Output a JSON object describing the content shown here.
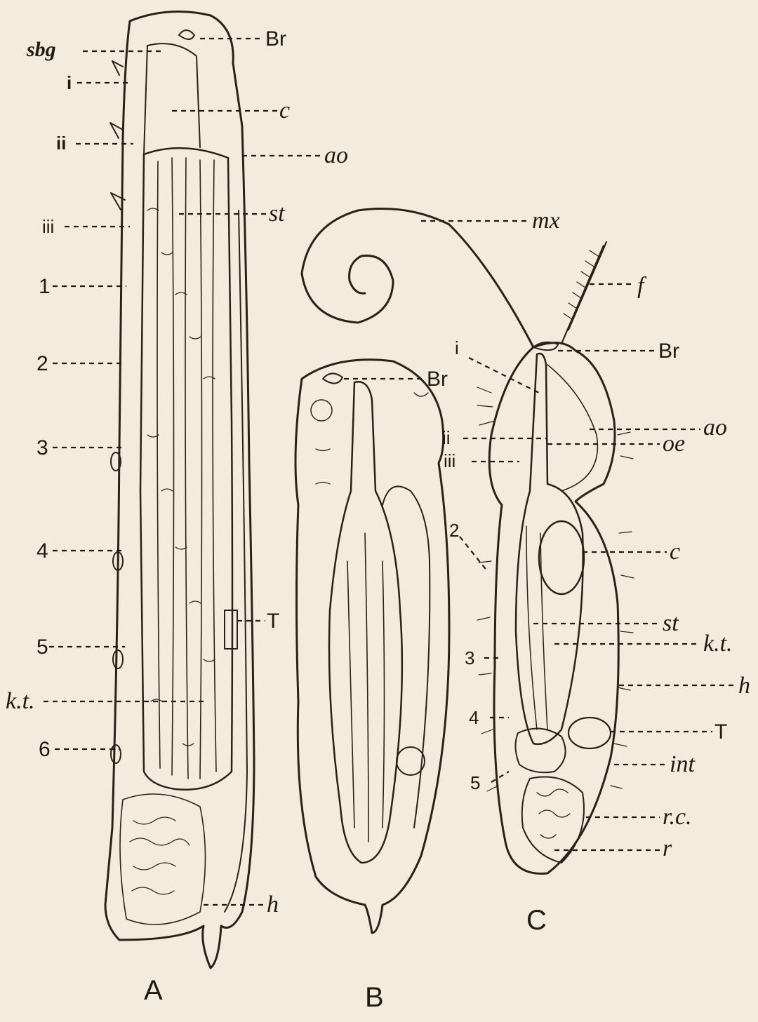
{
  "figures": {
    "A": {
      "caption": "A",
      "labels": {
        "sbg": "sbg",
        "Br": "Br",
        "i": "i",
        "c": "c",
        "ii": "ii",
        "ao": "ao",
        "iii": "iii",
        "st": "st",
        "s1": "1",
        "s2": "2",
        "s3": "3",
        "s4": "4",
        "T": "T",
        "s5": "5",
        "kt": "k.t.",
        "s6": "6",
        "h": "h"
      }
    },
    "B": {
      "caption": "B",
      "labels": {
        "Br": "Br"
      }
    },
    "C": {
      "caption": "C",
      "labels": {
        "mx": "mx",
        "f": "f",
        "Br": "Br",
        "i": "i",
        "ao": "ao",
        "ii": "ii",
        "oe": "oe",
        "iii": "iii",
        "s2": "2",
        "c": "c",
        "st": "st",
        "kt": "k.t.",
        "s3": "3",
        "h": "h",
        "s4": "4",
        "T": "T",
        "int": "int",
        "s5": "5",
        "rc": "r.c.",
        "r": "r"
      }
    }
  },
  "colors": {
    "paper": "#f3ecdc",
    "ink": "#2a2219",
    "fill": "#e8dcc4"
  }
}
